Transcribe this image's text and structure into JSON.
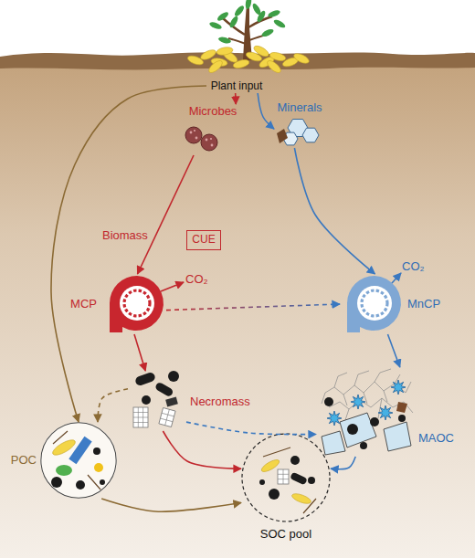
{
  "diagram": {
    "nodes": [
      {
        "text": [
          "Plant input"
        ]
      },
      {
        "text": [
          "Microbes"
        ]
      },
      {
        "text": [
          "Minerals"
        ]
      },
      {
        "text": [
          "CUE"
        ]
      },
      {
        "text": [
          "MCP"
        ]
      },
      {
        "text": [
          "MnCP"
        ]
      },
      {
        "text": [
          "Necromass"
        ]
      },
      {
        "text": [
          "POC"
        ]
      },
      {
        "text": [
          "MAOC"
        ]
      },
      {
        "text": [
          "SOC pool"
        ]
      }
    ],
    "edges": [
      {
        "from": 0,
        "to": 1,
        "arrow": "to"
      },
      {
        "from": 0,
        "to": 2,
        "arrow": "to"
      },
      {
        "from": 0,
        "to": 7,
        "arrow": "to"
      },
      {
        "from": 1,
        "to": 4,
        "label": "Biomass",
        "arrow": "to"
      },
      {
        "from": 4,
        "to": 5,
        "arrow": "to"
      },
      {
        "from": 2,
        "to": 5,
        "arrow": "to"
      },
      {
        "from": 5,
        "to": 8,
        "arrow": "to"
      },
      {
        "from": 4,
        "to": 6,
        "arrow": "to"
      },
      {
        "from": 6,
        "to": 7,
        "arrow": "to"
      },
      {
        "from": 6,
        "to": 8,
        "arrow": "to"
      },
      {
        "from": 6,
        "to": 9,
        "arrow": "to"
      },
      {
        "from": 7,
        "to": 9,
        "arrow": "to"
      },
      {
        "from": 8,
        "to": 9,
        "arrow": "to"
      }
    ],
    "labels": [
      "CO₂",
      "CO₂"
    ]
  }
}
